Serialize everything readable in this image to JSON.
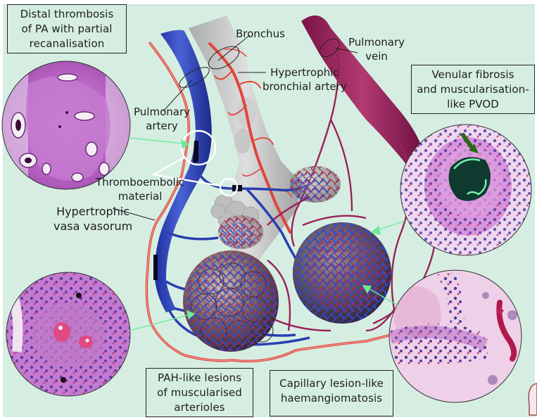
{
  "figure": {
    "colors": {
      "background": "#d6eee2",
      "pulmonary_artery": "#2a3fb0",
      "pulmonary_vein": "#9a2158",
      "bronchial_artery": "#e0453a",
      "bronchus": "#c4c4c4",
      "pointer_arrow": "#6ee89a",
      "thrombus_marker": "#ffffff",
      "he_stain_pink": "#c86ac8",
      "he_stain_nuclei": "#4a3a9a"
    },
    "boxed_captions": {
      "distal_thrombosis": [
        "Distal thrombosis",
        "of PA with partial",
        "recanalisation"
      ],
      "venular_fibrosis": [
        "Venular fibrosis",
        "and muscularisation-",
        "like PVOD"
      ],
      "pah_like_lesions": [
        "PAH-like lesions",
        "of muscularised",
        "arterioles"
      ],
      "capillary_lesion": [
        "Capillary lesion-like",
        "haemangiomatosis"
      ]
    },
    "anatomy_labels": {
      "bronchus": [
        "Bronchus"
      ],
      "pulmonary_vein": [
        "Pulmonary",
        "vein"
      ],
      "hypertrophic_bronchial_artery": [
        "Hypertrophic",
        "bronchial artery"
      ],
      "pulmonary_artery": [
        "Pulmonary",
        "artery"
      ],
      "thromboembolic_material": [
        "Thromboembolic",
        "material"
      ],
      "hypertrophic_vasa_vasorum": [
        "Hypertrophic",
        "vasa vasorum"
      ]
    },
    "micrographs": [
      {
        "name": "thrombosis-micrograph",
        "stain": "H&E",
        "caption_ref": "distal_thrombosis"
      },
      {
        "name": "pvod-micrograph",
        "stain": "H&E",
        "caption_ref": "venular_fibrosis"
      },
      {
        "name": "pah-lesion-micrograph",
        "stain": "H&E",
        "caption_ref": "pah_like_lesions"
      },
      {
        "name": "haemangiomatosis-micrograph",
        "stain": "H&E",
        "caption_ref": "capillary_lesion"
      }
    ]
  }
}
